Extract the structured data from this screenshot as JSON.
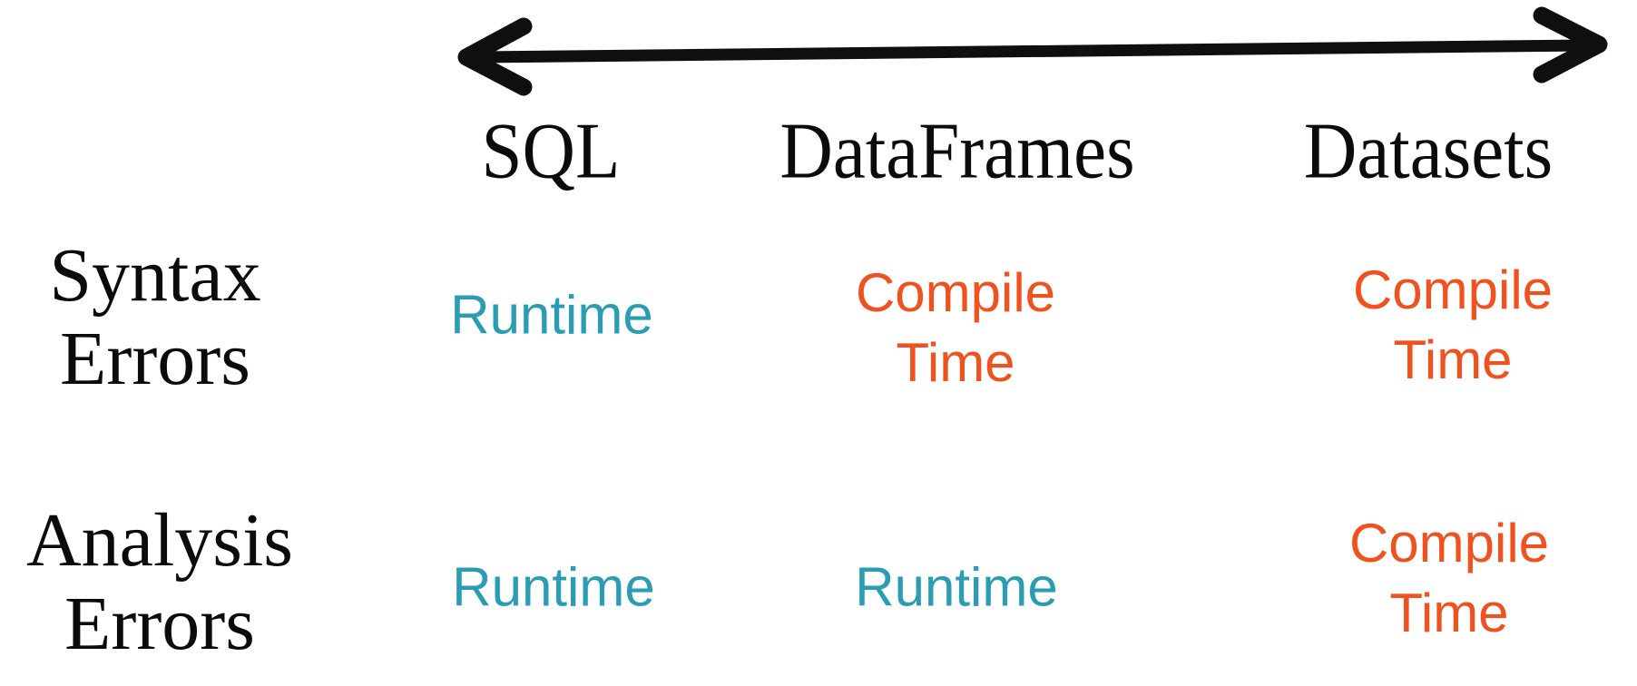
{
  "slide": {
    "kind": "comparison-table",
    "arrow": {
      "shape": "double-headed-horizontal-arrow",
      "meaning": "spectrum across SQL, DataFrames and Datasets",
      "color": "#0f0f0f"
    }
  },
  "colors": {
    "runtime": "#2A9DB5",
    "compile_time": "#F0521F",
    "heading_text": "#0b0b0b"
  },
  "table": {
    "columns": [
      {
        "label": "SQL"
      },
      {
        "label": "DataFrames"
      },
      {
        "label": "Datasets"
      }
    ],
    "rows": [
      {
        "label_lines": [
          "Syntax",
          "Errors"
        ],
        "cells": [
          {
            "timing": "runtime",
            "lines": [
              "Runtime"
            ]
          },
          {
            "timing": "compile",
            "lines": [
              "Compile",
              "Time"
            ]
          },
          {
            "timing": "compile",
            "lines": [
              "Compile",
              "Time"
            ]
          }
        ]
      },
      {
        "label_lines": [
          "Analysis",
          "Errors"
        ],
        "cells": [
          {
            "timing": "runtime",
            "lines": [
              "Runtime"
            ]
          },
          {
            "timing": "runtime",
            "lines": [
              "Runtime"
            ]
          },
          {
            "timing": "compile",
            "lines": [
              "Compile",
              "Time"
            ]
          }
        ]
      }
    ]
  }
}
